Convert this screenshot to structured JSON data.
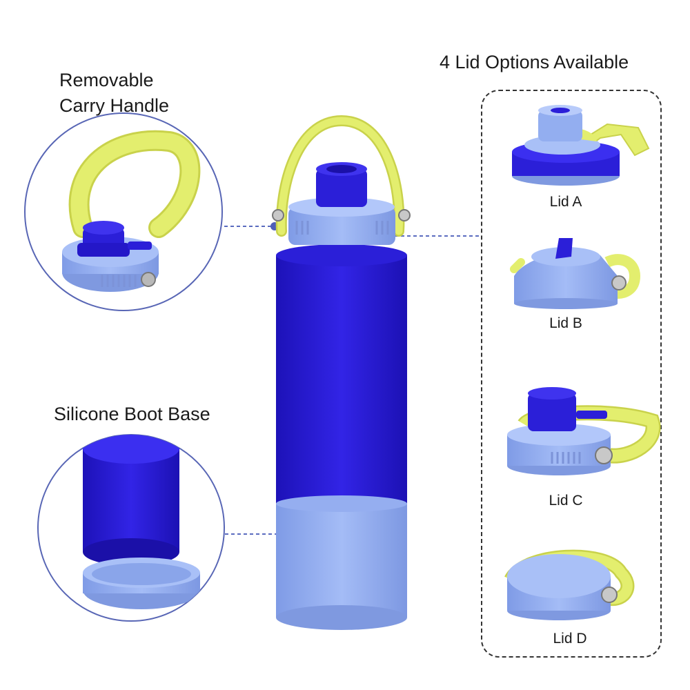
{
  "features": {
    "handle_line1": "Removable",
    "handle_line2": "Carry Handle",
    "boot": "Silicone Boot Base"
  },
  "lids": {
    "title": "4 Lid Options Available",
    "items": [
      {
        "label": "Lid A"
      },
      {
        "label": "Lid B"
      },
      {
        "label": "Lid C"
      },
      {
        "label": "Lid D"
      }
    ]
  },
  "colors": {
    "body": "#2b1fd8",
    "light": "#93aef0",
    "handle": "#e3ee6e",
    "connector": "#5a6bbf"
  }
}
